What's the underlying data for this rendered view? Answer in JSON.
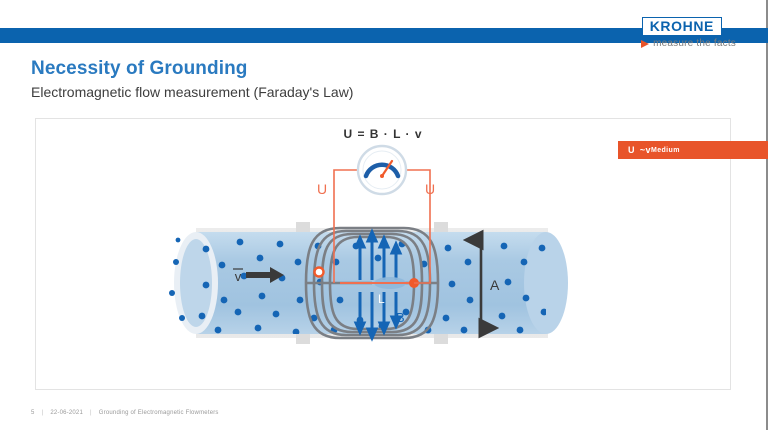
{
  "brand": {
    "logo_text": "KROHNE",
    "tagline": "measure the facts",
    "tagline_arrow_icon": "play-arrow-icon",
    "blue": "#0b63ae",
    "orange": "#e8542a"
  },
  "slide": {
    "title": "Necessity of Grounding",
    "subtitle": "Electromagnetic flow measurement (Faraday's Law)"
  },
  "content": {
    "formula": "U = B · L · v",
    "gauge_icon": "gauge-meter-icon",
    "voltage_label_left": "U",
    "voltage_label_right": "U",
    "velocity_label": "v",
    "area_label": "A",
    "length_label": "L",
    "field_label": "B"
  },
  "badge": {
    "symbol": "U",
    "relation": "~v",
    "subscript": "Medium"
  },
  "footer": {
    "page_number": "5",
    "separator": "|",
    "date": "22-06-2021",
    "separator2": "|",
    "document_title": "Grounding of Electromagnetic Flowmeters"
  },
  "colors": {
    "pipe_body": "#a9c9e3",
    "pipe_dot": "#1565b5",
    "pipe_shell": "#d7d7d7",
    "coil_gray": "#7b7f85",
    "electrode_orange": "#f15a2b",
    "circuit_orange": "#f07050",
    "field_blue": "#1565b5",
    "arrow_dark": "#3a3a3a"
  }
}
